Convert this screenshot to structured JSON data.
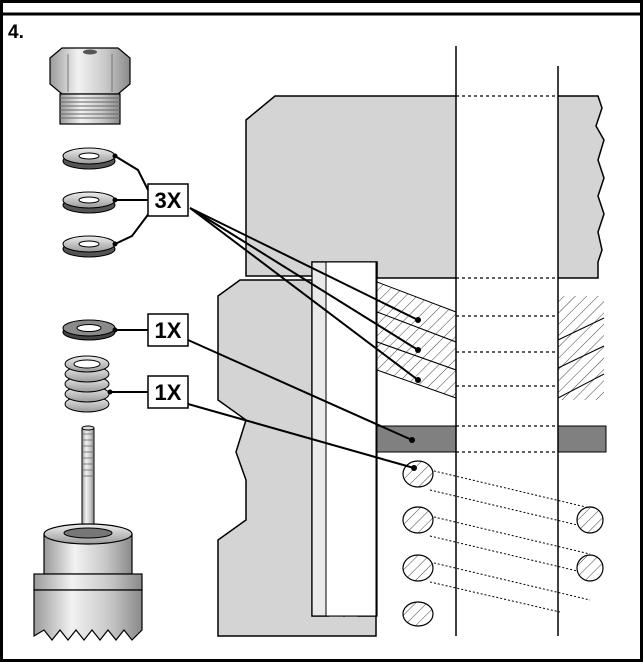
{
  "step": {
    "label": "4."
  },
  "callouts": {
    "washers_qty": "3X",
    "gasket_qty": "1X",
    "spring_qty": "1X"
  },
  "colors": {
    "housing": "#d4d4d4",
    "gasket": "#808080",
    "outline": "#000000",
    "background": "#ffffff"
  }
}
